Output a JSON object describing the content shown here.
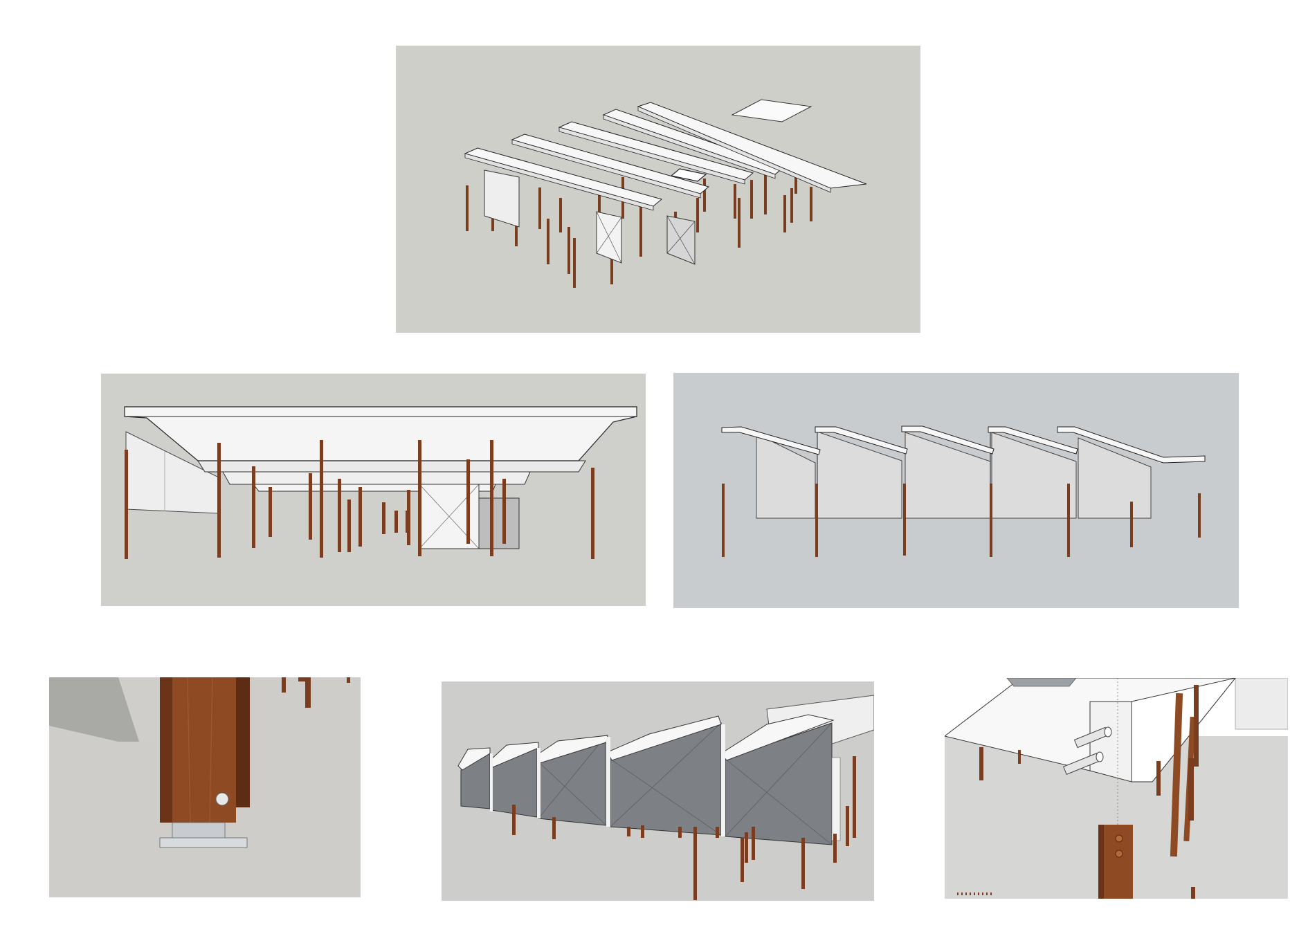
{
  "sheet": {
    "background": "#ffffff",
    "panels": [
      {
        "id": "axonometric-overview",
        "background": "#cfcfca"
      },
      {
        "id": "interior-perspective",
        "background": "#cfcfcc"
      },
      {
        "id": "side-elevation",
        "background": "#c9cccf"
      },
      {
        "id": "post-base-detail",
        "background": "#cecdc9"
      },
      {
        "id": "underside-perspective",
        "background": "#cdcdcb"
      },
      {
        "id": "roof-post-joint-detail",
        "background": "#d6d6d4"
      }
    ]
  },
  "colors": {
    "timber": "#7a3d1f",
    "timber_light": "#9b5428",
    "roof": "#f7f7f7",
    "roof_shade": "#e3e3e3",
    "wall": "#dcdcdc",
    "wall_dark": "#7d8084",
    "outline": "#222222",
    "steel": "#c8ccd0"
  }
}
